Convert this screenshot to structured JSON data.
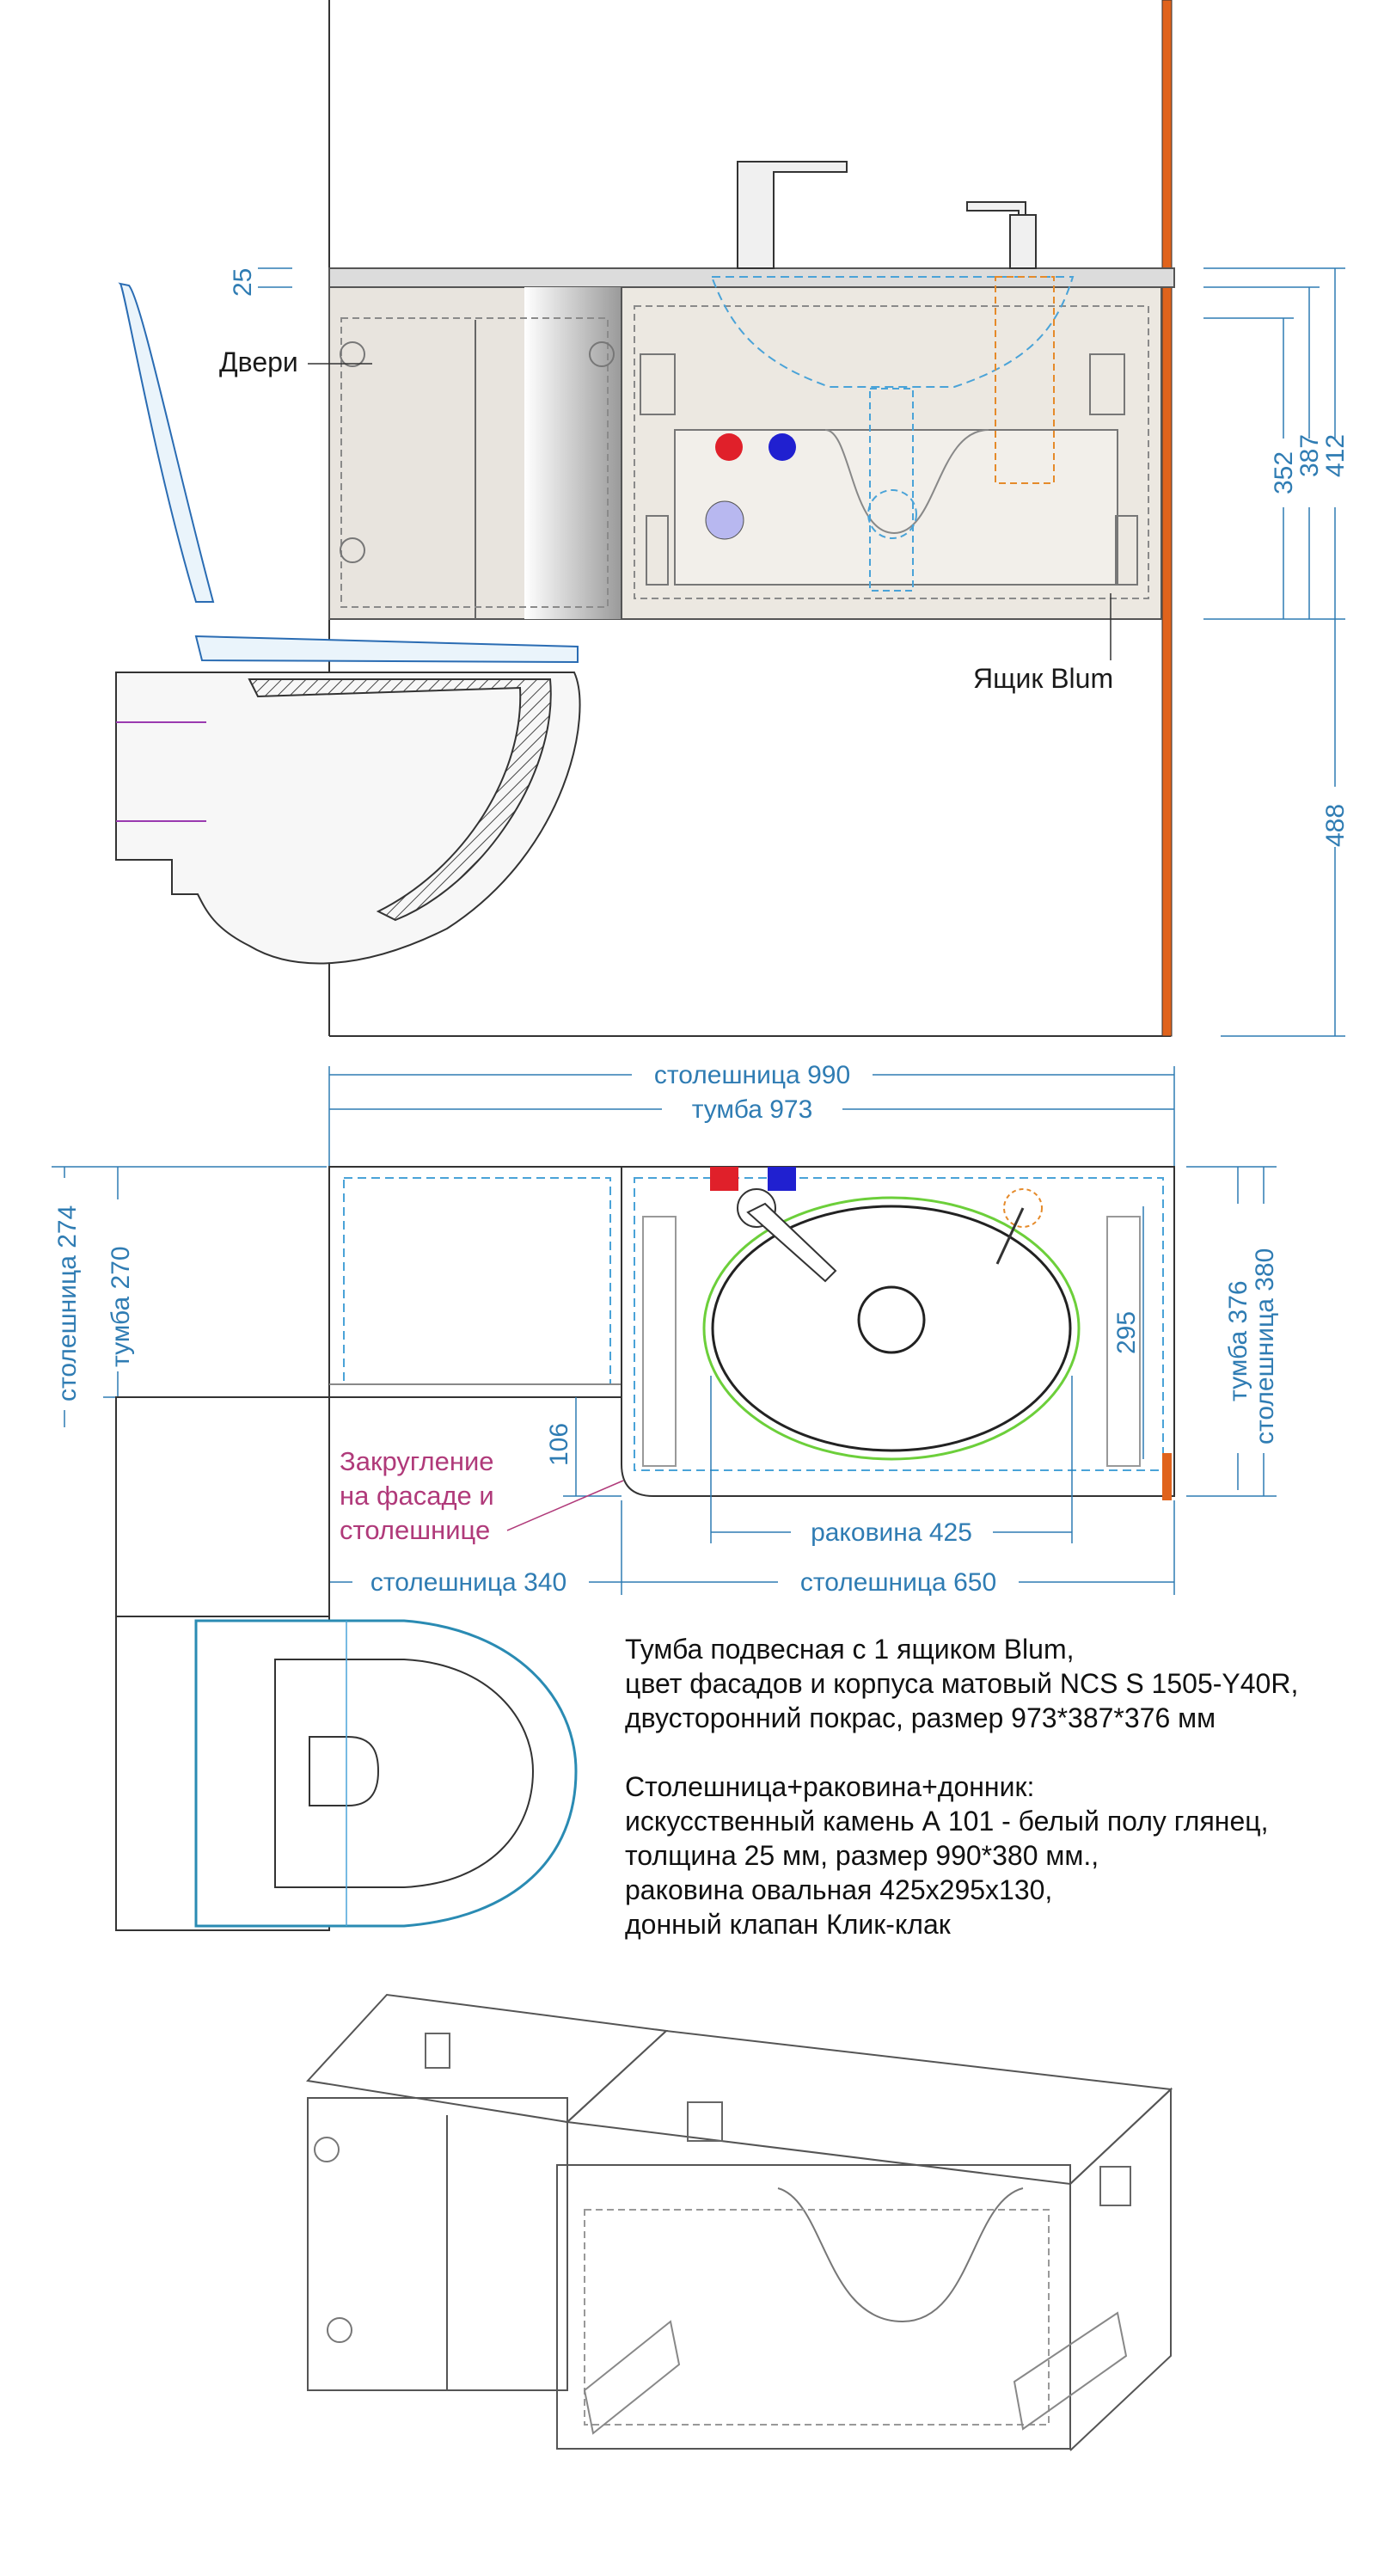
{
  "colors": {
    "dimension": "#2f7cb3",
    "wall_orange": "#e0631c",
    "cabinet_fill": "#ece8e1",
    "sink_outline": "#6ccf3a",
    "hot": "#e0202a",
    "cold": "#2020d0",
    "drain": "#b8b8f0",
    "note": "#b03a7a",
    "hidden": "#4aa3d8"
  },
  "side_view": {
    "dim_countertop": "25",
    "dims_right": [
      "352",
      "387",
      "412",
      "488"
    ],
    "label_doors": "Двери",
    "label_drawer": "Ящик Blum"
  },
  "top_view": {
    "width_countertop": "столешница 990",
    "width_cabinet": "тумба 973",
    "left_countertop_depth": "столешница 274",
    "left_cabinet_depth": "тумба 270",
    "right_cabinet_depth": "тумба 376",
    "right_countertop_depth": "столешница 380",
    "sink_depth": "295",
    "step": "106",
    "sink_width": "раковина 425",
    "countertop_left": "столешница 340",
    "countertop_right": "столешница 650",
    "rounding_note": [
      "Закругление",
      "на фасаде и",
      "столешнице"
    ]
  },
  "description": {
    "cabinet": [
      "Тумба подвесная с 1 ящиком Blum,",
      "цвет фасадов и корпуса матовый NCS S 1505-Y40R,",
      "двусторонний покрас, размер 973*387*376 мм"
    ],
    "countertop": [
      "Столешница+раковина+донник:",
      "искусственный камень А 101 - белый полу глянец,",
      "толщина 25 мм, размер 990*380 мм.,",
      "раковина овальная 425х295х130,",
      "донный клапан Клик-клак"
    ]
  }
}
